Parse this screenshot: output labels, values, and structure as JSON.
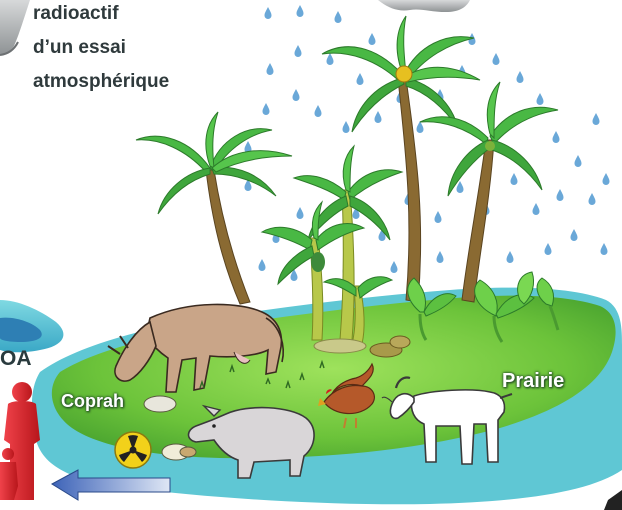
{
  "title_lines": [
    "radioactif",
    "d’un essai",
    "atmosphérique"
  ],
  "labels": {
    "oa": "OA",
    "coprah": "Coprah",
    "prairie": "Prairie"
  },
  "icons": [
    "rain-cloud-icon",
    "raindrop-icon",
    "coconut-palm-icon",
    "banana-tree-icon",
    "taro-plant-icon",
    "cow-icon",
    "pig-icon",
    "goat-icon",
    "chicken-icon",
    "radiation-symbol-icon",
    "person-icon",
    "arrow-icon",
    "lagoon-icon",
    "coconut-icon"
  ],
  "colors": {
    "grass": "#6cc33a",
    "grass_dark": "#3f9a2c",
    "water": "#5ec7d6",
    "palm_leaf": "#49b844",
    "trunk": "#8a6a32",
    "rain": "#6aa8d8",
    "person": "#e0252b",
    "cloud": "#b9bcbe",
    "label_text": "#2f3a3c"
  }
}
